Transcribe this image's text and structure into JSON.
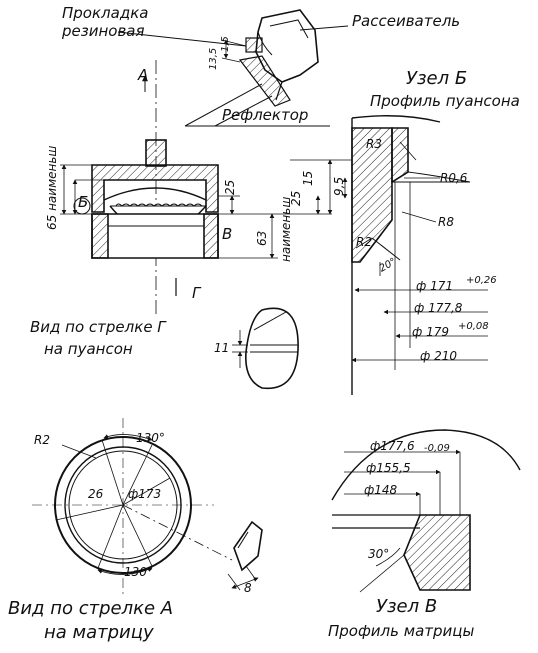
{
  "top_detail": {
    "gasket_label_line1": "Прокладка",
    "gasket_label_line2": "резиновая",
    "diffuser_label": "Рассеиватель",
    "reflector_label": "Рефлектор",
    "dim_135": "13,5",
    "dim_15": "1,5"
  },
  "main_view": {
    "arrow_a": "А",
    "arrow_g": "Г",
    "label_b_big": "Б",
    "label_v": "В",
    "dim_65": "65 наименьш",
    "dim_25": "25",
    "dim_63": "63",
    "dim_63_note": "наименьш"
  },
  "node_b": {
    "title_line1": "Узел Б",
    "title_line2": "Профиль пуансона",
    "r3": "R3",
    "r06": "R0,6",
    "r8": "R8",
    "r2": "R2",
    "angle20": "20°",
    "dim95": "9,5",
    "dim15": "15",
    "dim25": "25",
    "d171": "ф 171",
    "d171_tol": "+0,26",
    "d1778": "ф 177,8",
    "d179": "ф 179",
    "d179_tol": "+0,08",
    "d210": "ф 210"
  },
  "view_g": {
    "title_line1": "Вид по стрелке Г",
    "title_line2": "на пуансон",
    "dim11": "11"
  },
  "view_a": {
    "r2": "R2",
    "angle_top": "130°",
    "angle_bottom": "130°",
    "dim26": "26",
    "d173": "ф173",
    "dim8": "8",
    "title_line1": "Вид по стрелке А",
    "title_line2": "на матрицу"
  },
  "node_v": {
    "d1776": "ф177,6",
    "d1776_tol": "-0,09",
    "d1555": "ф155,5",
    "d148": "ф148",
    "angle30": "30°",
    "title_line1": "Узел В",
    "title_line2": "Профиль матрицы"
  }
}
